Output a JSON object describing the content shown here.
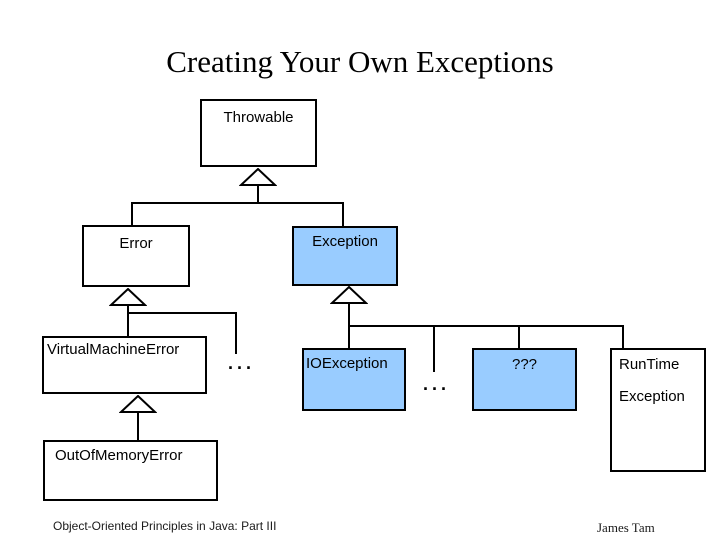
{
  "slide": {
    "title": "Creating Your Own Exceptions",
    "footer_left": "Object-Oriented Principles in Java: Part III",
    "footer_right": "James Tam"
  },
  "colors": {
    "highlight_fill": "#99CCFF",
    "node_fill": "#FFFFFF",
    "line_and_border": "#000000",
    "background": "#FFFFFF"
  },
  "diagram": {
    "type": "uml-class-hierarchy",
    "nodes": {
      "throwable": {
        "label": "Throwable",
        "highlighted": false,
        "parent": null
      },
      "error": {
        "label": "Error",
        "highlighted": false,
        "parent": "Throwable"
      },
      "exception": {
        "label": "Exception",
        "highlighted": true,
        "parent": "Throwable"
      },
      "virtual_machine_error": {
        "label": "VirtualMachineError",
        "highlighted": false,
        "parent": "Error"
      },
      "io_exception": {
        "label": "IOException",
        "highlighted": true,
        "parent": "Exception"
      },
      "unknown": {
        "label": "???",
        "highlighted": true,
        "parent": "Exception"
      },
      "runtime_exception": {
        "label_line1": "RunTime",
        "label_line2": "Exception",
        "highlighted": false,
        "parent": "Exception"
      },
      "out_of_memory_error": {
        "label": "OutOfMemoryError",
        "highlighted": false,
        "parent": "VirtualMachineError"
      }
    },
    "ellipsis_error_children": "...",
    "ellipsis_exception_children": "..."
  }
}
